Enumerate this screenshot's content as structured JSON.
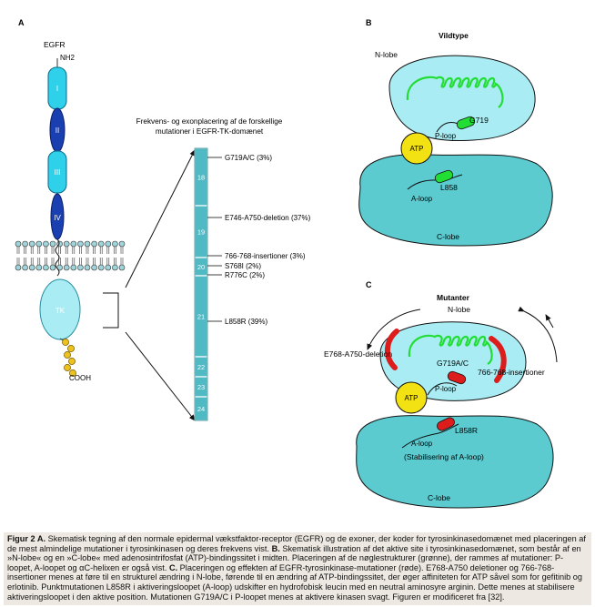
{
  "panel_a": {
    "letter": "A",
    "receptor_label": "EGFR",
    "n_terminus": "NH2",
    "c_terminus": "COOH",
    "domains": [
      "I",
      "II",
      "III",
      "IV",
      "TK"
    ],
    "exon_heading_line1": "Frekvens- og exonplacering af de forskellige",
    "exon_heading_line2": "mutationer i EGFR-TK-domænet",
    "exons": [
      "18",
      "19",
      "20",
      "21",
      "22",
      "23",
      "24"
    ],
    "mutations": [
      {
        "label": "G719A/C (3%)",
        "exon": "18"
      },
      {
        "label": "E746-A750-deletion (37%)",
        "exon": "19"
      },
      {
        "label": "766-768-insertioner (3%)",
        "exon": "20"
      },
      {
        "label": "S768I (2%)",
        "exon": "20"
      },
      {
        "label": "R776C (2%)",
        "exon": "20"
      },
      {
        "label": "L858R (39%)",
        "exon": "21"
      }
    ]
  },
  "panel_b": {
    "letter": "B",
    "title": "Vildtype",
    "n_lobe": "N-lobe",
    "c_lobe": "C-lobe",
    "atp": "ATP",
    "p_loop": "P-loop",
    "a_loop": "A-loop",
    "g719": "G719",
    "l858": "L858"
  },
  "panel_c": {
    "letter": "C",
    "title": "Mutanter",
    "n_lobe": "N-lobe",
    "c_lobe": "C-lobe",
    "atp": "ATP",
    "p_loop": "P-loop",
    "a_loop": "A-loop",
    "g719": "G719A/C",
    "l858": "L858R",
    "deletion": "E768-A750-deletion",
    "insertion": "766-768-insertioner",
    "stabilization": "(Stabilisering af A-loop)"
  },
  "caption": {
    "prefix": "Figur 2 A.",
    "text_a": " Skematisk tegning af den normale epidermal vækstfaktor-receptor (EGFR) og de exoner, der koder for tyrosinkinasedomænet med placeringen af de mest almindelige mutationer i tyrosinkinasen og deres frekvens vist. ",
    "b_label": "B.",
    "text_b": " Skematisk illustration af det aktive site i tyrosinkinasedomænet, som består af en »N-lobe« og en »C-lobe« med adenosintrifosfat (ATP)-bindingssitet i midten. Placeringen af de nøglestrukturer (grønne), der rammes af mutationer: P-loopet, A-loopet og αC-helixen er også vist. ",
    "c_label": "C.",
    "text_c": " Placeringen og effekten af EGFR-tyrosinkinase-mutationer (røde). E768-A750 deletioner og 766-768-insertioner menes at føre til en strukturel ændring i N-lobe, førende til en ændring af ATP-bindingssitet, der øger affiniteten for ATP såvel som for gefitinib og erlotinib. Punktmutationen L858R i aktiveringsloopet (A-loop) udskifter en hydrofobisk leucin med en neutral aminosyre arginin. Dette menes at stabilisere aktiveringsloopet i den aktive position. Mutationen G719A/C i P-loopet menes at aktivere kinasen svagt. Figuren er modificeret fra [32]."
  },
  "colors": {
    "light_cyan": "#2fd0ea",
    "dark_blue": "#1a3fb0",
    "lobe": "#5ccbd0",
    "lobe_light": "#a9ecf3",
    "green": "#22dd33",
    "red": "#dd1c1c",
    "atp": "#f3e213",
    "exon_teal": "#4fb9c4",
    "bead": "#ecc21f"
  }
}
